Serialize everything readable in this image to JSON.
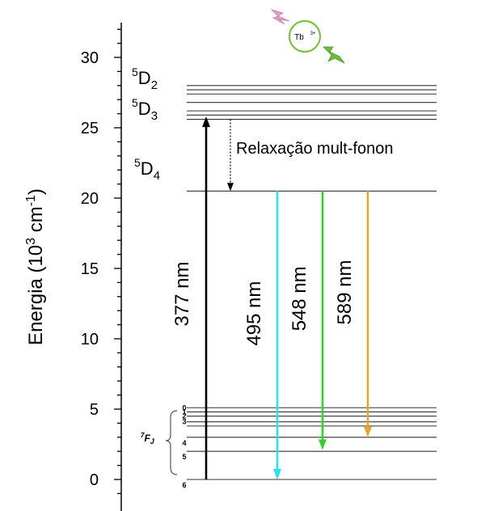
{
  "axis": {
    "label_main": "Energia (10",
    "label_exp": "3",
    "label_unit": " cm",
    "label_unit_exp": "-1",
    "label_close": ")",
    "ticks": [
      {
        "value": 0,
        "label": "0"
      },
      {
        "value": 5,
        "label": "5"
      },
      {
        "value": 10,
        "label": "10"
      },
      {
        "value": 15,
        "label": "15"
      },
      {
        "value": 20,
        "label": "20"
      },
      {
        "value": 25,
        "label": "25"
      },
      {
        "value": 30,
        "label": "30"
      }
    ],
    "range": [
      -1.8,
      32.7
    ]
  },
  "manifolds": {
    "d2": {
      "sup": "5",
      "name": "D",
      "sub": "2"
    },
    "d3": {
      "sup": "5",
      "name": "D",
      "sub": "3"
    },
    "d4": {
      "sup": "5",
      "name": "D",
      "sub": "4"
    },
    "fj": {
      "sup": "7",
      "name": "F",
      "sub": "J"
    }
  },
  "levels": {
    "d2": [
      28.0,
      27.7,
      27.4
    ],
    "d3": [
      26.8,
      26.2,
      25.9,
      25.6
    ],
    "d4": [
      20.5
    ],
    "fj": [
      5.1,
      4.8,
      4.5,
      4.1,
      3.8,
      3.0,
      2.0,
      0.0
    ]
  },
  "fj_labels": [
    "0",
    "1",
    "2",
    "3",
    "4",
    "5",
    "6"
  ],
  "relaxation_label": "Relaxação mult-fonon",
  "ion_label": "Tb",
  "ion_charge": "3+",
  "transitions": [
    {
      "label": "377 nm",
      "from": 0.0,
      "to": 25.8,
      "color": "#000000",
      "direction": "up"
    },
    {
      "label": "495 nm",
      "from": 20.5,
      "to": 0.0,
      "color": "#22e5ee",
      "direction": "down"
    },
    {
      "label": "548 nm",
      "from": 20.5,
      "to": 2.1,
      "color": "#33d12b",
      "direction": "down"
    },
    {
      "label": "589 nm",
      "from": 20.5,
      "to": 3.0,
      "color": "#e8a52c",
      "direction": "down"
    }
  ],
  "relaxation": {
    "from": 25.6,
    "to": 20.5,
    "color": "#000000"
  },
  "colors": {
    "ion_ring": "#7cc242",
    "bolt_in": "#d9a0c8",
    "bolt_out": "#6dbb3c",
    "level": "#333333"
  }
}
